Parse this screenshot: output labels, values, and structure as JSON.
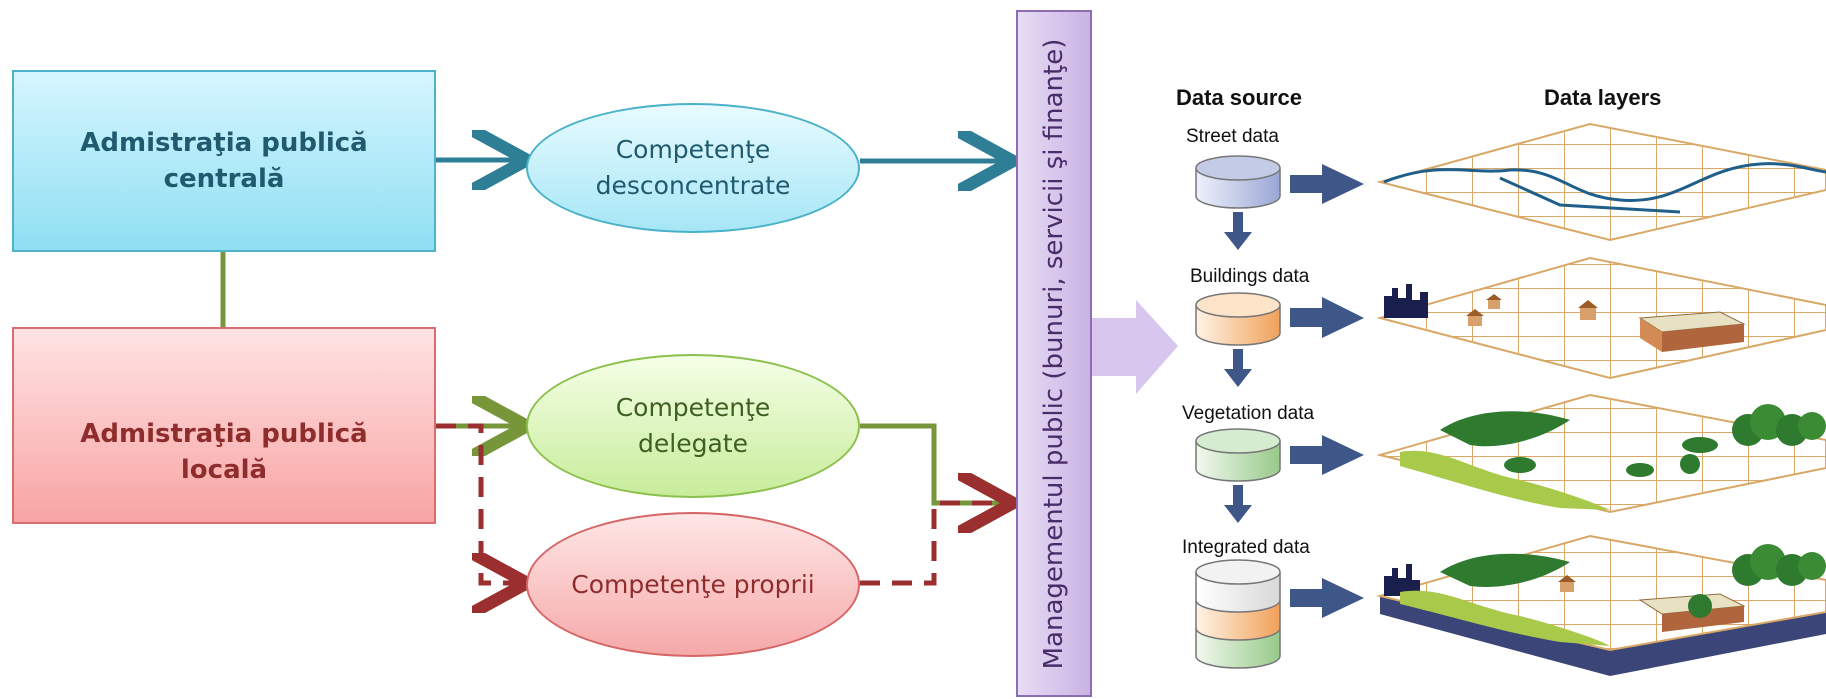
{
  "left_diagram": {
    "central_admin": "Admistraţia publică centrală",
    "local_admin": "Admistraţia publică locală",
    "competence_deconcentrated": "Competenţe desconcentrate",
    "competence_delegated": "Competenţe delegate",
    "competence_own": "Competenţe proprii",
    "public_management": "Managementul public  (bunuri, servicii şi finanţe)"
  },
  "right_diagram": {
    "data_source_header": "Data source",
    "data_layers_header": "Data layers",
    "sources": [
      "Street data",
      "Buildings data",
      "Vegetation data",
      "Integrated data"
    ]
  },
  "colors": {
    "teal_arrow": "#2e7f96",
    "green_arrow": "#77963a",
    "red_dashed": "#9b2f2f",
    "navy_arrow": "#3f5788",
    "grid_line": "#d9a766"
  }
}
